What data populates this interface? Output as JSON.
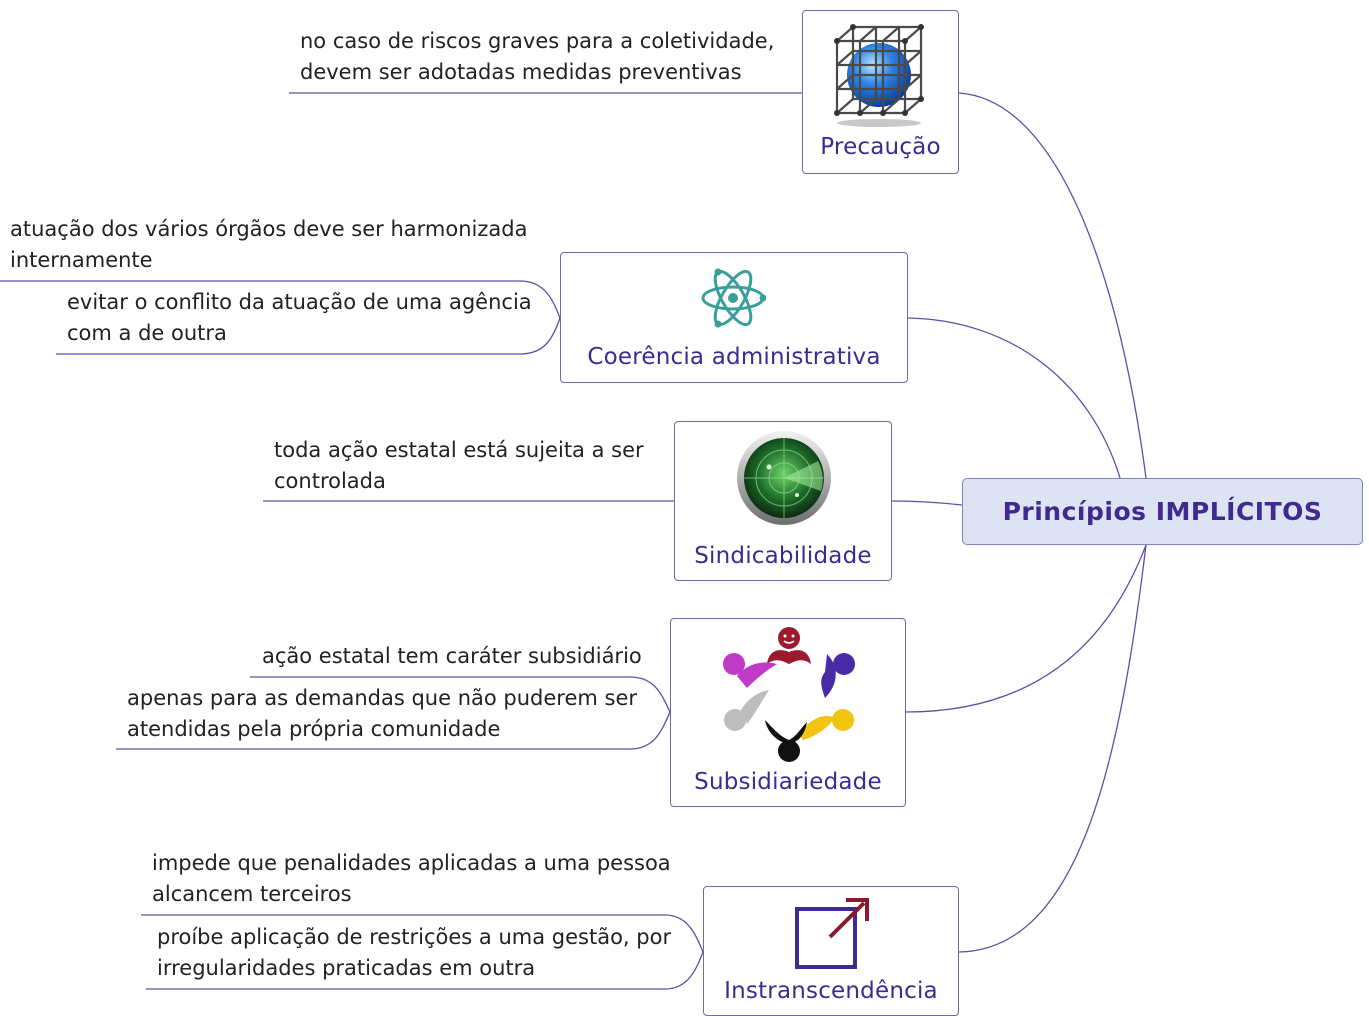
{
  "center": {
    "label": "Princípios IMPLÍCITOS"
  },
  "topics": [
    {
      "label": "Precaução",
      "icon": "cube-lattice-sphere-icon",
      "notes": [
        {
          "lines": [
            "no caso de riscos graves para a coletividade,",
            "devem ser adotadas medidas preventivas"
          ]
        }
      ]
    },
    {
      "label": "Coerência administrativa",
      "icon": "atom-icon",
      "notes": [
        {
          "lines": [
            "atuação dos vários órgãos deve ser harmonizada",
            "internamente"
          ]
        },
        {
          "lines": [
            "evitar o conflito da atuação de uma agência",
            "com a de outra"
          ]
        }
      ]
    },
    {
      "label": "Sindicabilidade",
      "icon": "radar-icon",
      "notes": [
        {
          "lines": [
            "toda ação estatal está sujeita a ser",
            "controlada"
          ]
        }
      ]
    },
    {
      "label": "Subsidiariedade",
      "icon": "community-people-circle-icon",
      "notes": [
        {
          "lines": [
            "ação estatal tem caráter subsidiário"
          ]
        },
        {
          "lines": [
            "apenas para as demandas que não puderem ser",
            "atendidas pela própria comunidade"
          ]
        }
      ]
    },
    {
      "label": "Instranscendência",
      "icon": "external-arrow-box-icon",
      "notes": [
        {
          "lines": [
            "impede que penalidades aplicadas a uma pessoa",
            "alcancem terceiros"
          ]
        },
        {
          "lines": [
            "proíbe aplicação de restrições a uma gestão, por",
            "irregularidades praticadas em outra"
          ]
        }
      ]
    }
  ],
  "colors": {
    "connector": "#5a50a8",
    "topic_text": "#3f2a92",
    "center_fill": "#dde3f3"
  }
}
